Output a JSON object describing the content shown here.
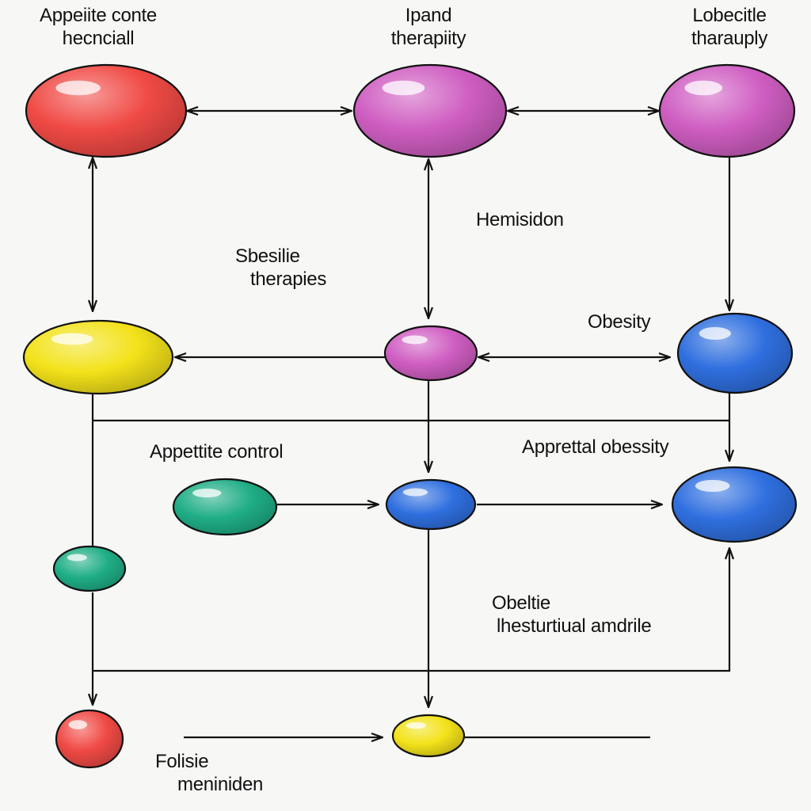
{
  "palette": {
    "red": "#f04a45",
    "magenta": "#cf5ec2",
    "yellow": "#f3e21a",
    "blue": "#2f6fdf",
    "green": "#1fae86",
    "line": "#111111"
  },
  "labels": {
    "top_left": [
      "Appeiite conte",
      "hecnciall"
    ],
    "top_mid": [
      "Ipand",
      "therapiity"
    ],
    "top_right": [
      "Lobecitle",
      "tharauply"
    ],
    "hemisidon": "Hemisidon",
    "sbesilie": [
      "Sbesilie",
      "therapies"
    ],
    "obesity": "Obesity",
    "appetite_control": "Appettite control",
    "apprettal_obesity": "Apprettal obessity",
    "obeltie": [
      "Obeltie",
      "lhesturtiual amdrile"
    ],
    "folisie": [
      "Folisie",
      "meniniden"
    ]
  },
  "nodes": [
    {
      "id": "top-left",
      "color": "red"
    },
    {
      "id": "top-mid",
      "color": "magenta"
    },
    {
      "id": "top-right",
      "color": "magenta"
    },
    {
      "id": "mid-left",
      "color": "yellow"
    },
    {
      "id": "mid-center",
      "color": "magenta"
    },
    {
      "id": "mid-right",
      "color": "blue"
    },
    {
      "id": "row3-green",
      "color": "green"
    },
    {
      "id": "row3-center",
      "color": "blue"
    },
    {
      "id": "row3-right",
      "color": "blue"
    },
    {
      "id": "left-green",
      "color": "green"
    },
    {
      "id": "bottom-left",
      "color": "red"
    },
    {
      "id": "bottom-center",
      "color": "yellow"
    }
  ]
}
